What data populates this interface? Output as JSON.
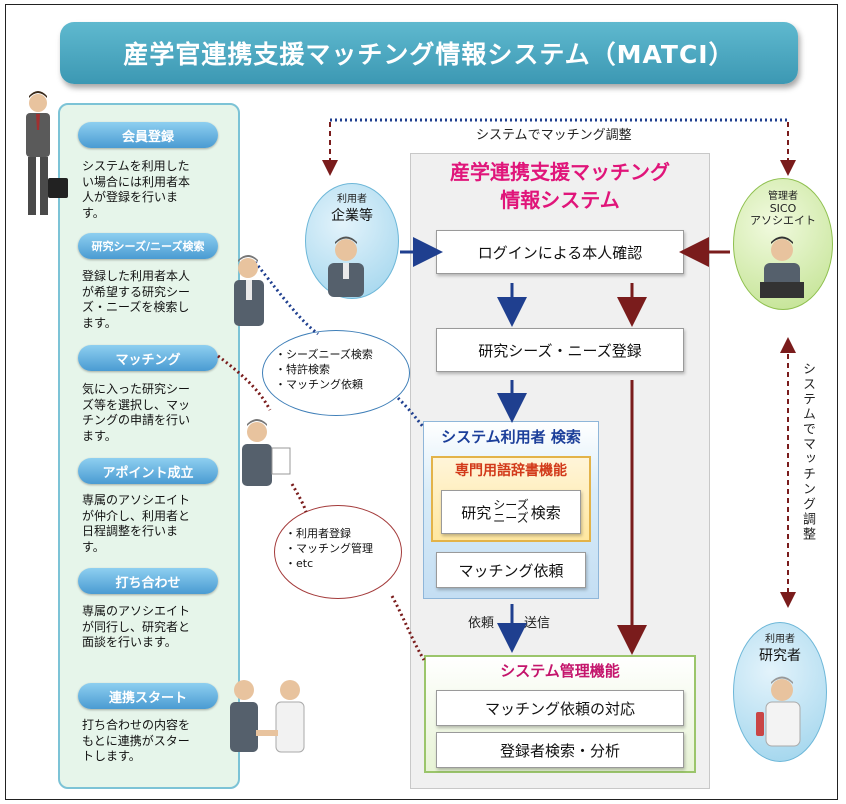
{
  "title": "産学官連携支援マッチング情報システム（MATCI）",
  "steps": [
    {
      "label": "会員登録",
      "desc": [
        "システムを利用した",
        "い場合には利用者本",
        "人が登録を行いま",
        "す。"
      ]
    },
    {
      "label": "研究シーズ/ニーズ検索",
      "desc": [
        "登録した利用者本人",
        "が希望する研究シー",
        "ズ・ニーズを検索し",
        "ます。"
      ]
    },
    {
      "label": "マッチング",
      "desc": [
        "気に入った研究シー",
        "ズ等を選択し、マッ",
        "チングの申請を行い",
        "ます。"
      ]
    },
    {
      "label": "アポイント成立",
      "desc": [
        "専属のアソシエイト",
        "が仲介し、利用者と",
        "日程調整を行いま",
        "す。"
      ]
    },
    {
      "label": "打ち合わせ",
      "desc": [
        "専属のアソシエイト",
        "が同行し、研究者と",
        "面談を行います。"
      ]
    },
    {
      "label": "連携スタート",
      "desc": [
        "打ち合わせの内容を",
        "もとに連携がスター",
        "トします。"
      ]
    }
  ],
  "system": {
    "title_line1": "産学連携支援マッチング",
    "title_line2": "情報システム",
    "login": "ログインによる本人確認",
    "register": "研究シーズ・ニーズ登録",
    "search_title": "システム利用者 検索",
    "dict_title": "専門用語辞書機能",
    "search_prefix": "研究",
    "search_seeds": "シーズ",
    "search_needs": "ニーズ",
    "search_suffix": "検索",
    "request": "マッチング依頼",
    "flow_request": "依頼",
    "flow_send": "送信",
    "admin_title": "システム管理機能",
    "admin_item1": "マッチング依頼の対応",
    "admin_item2": "登録者検索・分析"
  },
  "actors": {
    "company_tag": "利用者",
    "company_name": "企業等",
    "admin_tag": "管理者",
    "admin_name_1": "SICO",
    "admin_name_2": "アソシエイト",
    "researcher_tag": "利用者",
    "researcher_name": "研究者"
  },
  "bubbles": {
    "user_functions": [
      "・シーズニーズ検索",
      "・特許検索",
      "・マッチング依頼"
    ],
    "admin_functions": [
      "・利用者登録",
      "・マッチング管理",
      "・etc"
    ]
  },
  "notes": {
    "top_adjust": "システムでマッチング調整",
    "side_adjust": "システムでマッチング調整"
  },
  "colors": {
    "title_bg": "#4aa8c2",
    "navy_arrow": "#1f3f8f",
    "maroon_arrow": "#7a1c1c",
    "accent_pink": "#e0157a"
  }
}
